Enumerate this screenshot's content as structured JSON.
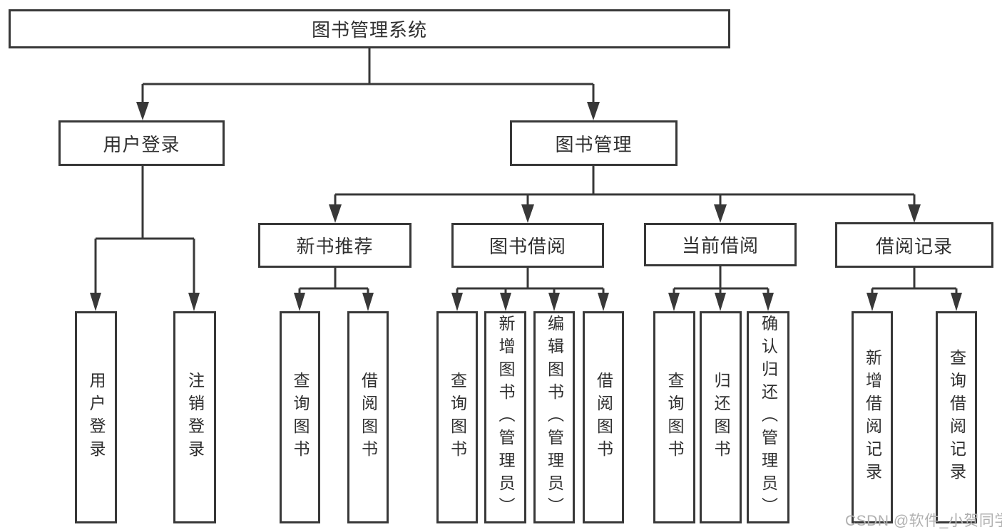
{
  "diagram": {
    "title": "图书管理系统",
    "line_color": "#383838",
    "text_color": "#2f2f2f",
    "background": "#ffffff",
    "level2": [
      {
        "label": "用户登录"
      },
      {
        "label": "图书管理"
      }
    ],
    "level3": [
      {
        "label": "新书推荐"
      },
      {
        "label": "图书借阅"
      },
      {
        "label": "当前借阅"
      },
      {
        "label": "借阅记录"
      }
    ],
    "leaves": {
      "user_login": [
        {
          "label": "用户登录"
        },
        {
          "label": "注销登录"
        }
      ],
      "new_book_recommend": [
        {
          "label": "查询图书"
        },
        {
          "label": "借阅图书"
        }
      ],
      "book_borrowing": [
        {
          "label": "查询图书"
        },
        {
          "label": "新增图书（管理员）"
        },
        {
          "label": "编辑图书（管理员）"
        },
        {
          "label": "借阅图书"
        }
      ],
      "current_borrowing": [
        {
          "label": "查询图书"
        },
        {
          "label": "归还图书"
        },
        {
          "label": "确认归还（管理员）"
        }
      ],
      "borrowing_records": [
        {
          "label": "新增借阅记录"
        },
        {
          "label": "查询借阅记录"
        }
      ]
    },
    "watermark": "CSDN @软件_小贺同学"
  }
}
